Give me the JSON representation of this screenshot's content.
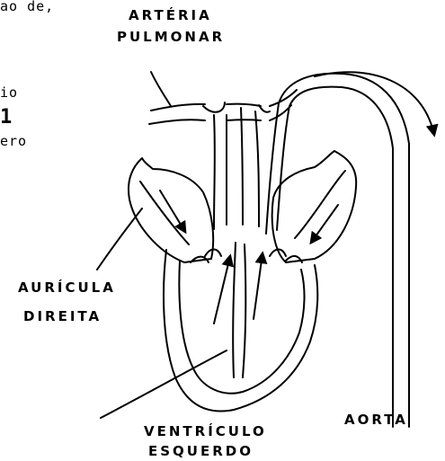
{
  "left_margin_fragments": {
    "line1": "ao de,",
    "line2": "io",
    "line3": "1",
    "line4": "ero"
  },
  "labels": {
    "arteria_line1": "ARTÉRIA",
    "arteria_line2": "PULMONAR",
    "auricula_line1": "AURÍCULA",
    "auricula_line2": "DIREITA",
    "ventriculo_line1": "VENTRÍCULO",
    "ventriculo_line2": "ESQUERDO",
    "aorta": "AORTA"
  },
  "colors": {
    "ink": "#000000",
    "paper": "#ffffff"
  }
}
